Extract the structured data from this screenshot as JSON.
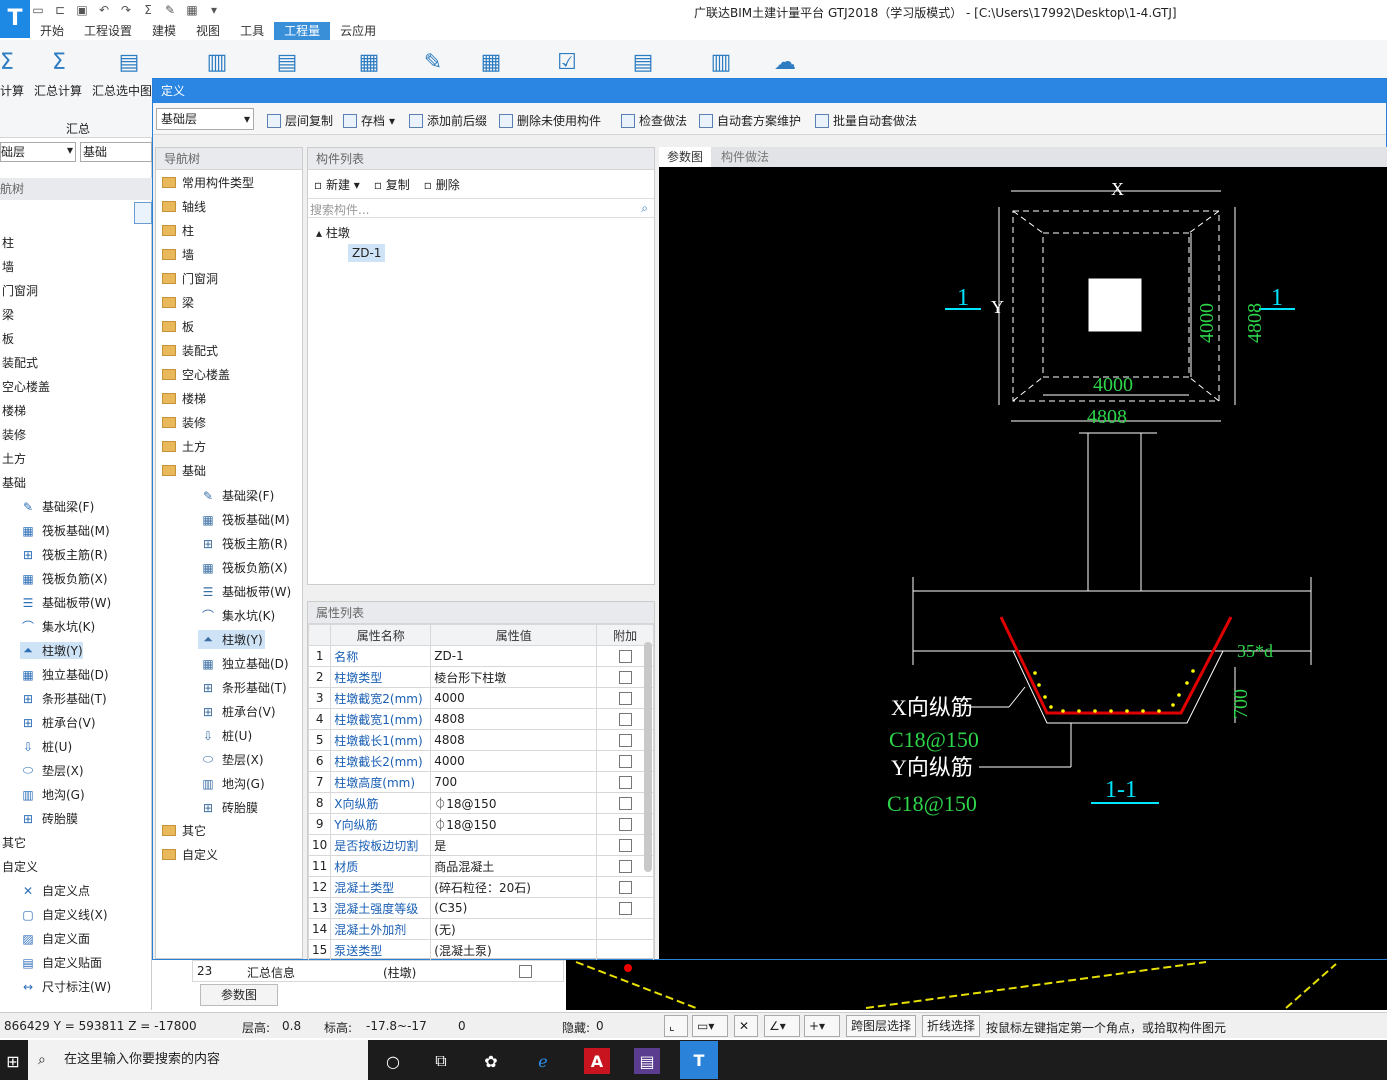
{
  "app": {
    "title": "广联达BIM土建计量平台 GTJ2018（学习版模式） - [C:\\Users\\17992\\Desktop\\1-4.GTJ]",
    "logo": "T"
  },
  "menu": {
    "tabs": [
      "开始",
      "工程设置",
      "建模",
      "视图",
      "工具",
      "工程量",
      "云应用"
    ],
    "active": "工程量"
  },
  "ribbon": {
    "labels": [
      "计算",
      "汇总计算",
      "汇总选中图"
    ],
    "group_label": "汇总"
  },
  "left": {
    "floor": "础层",
    "type": "基础",
    "nav_label": "航树",
    "items": [
      "柱",
      "墙",
      "门窗洞",
      "梁",
      "板",
      "装配式",
      "空心楼盖",
      "楼梯",
      "装修",
      "土方",
      "基础"
    ],
    "sub_items": [
      "基础梁(F)",
      "筏板基础(M)",
      "筏板主筋(R)",
      "筏板负筋(X)",
      "基础板带(W)",
      "集水坑(K)",
      "柱墩(Y)",
      "独立基础(D)",
      "条形基础(T)",
      "桩承台(V)",
      "桩(U)",
      "垫层(X)",
      "地沟(G)",
      "砖胎膜"
    ],
    "items2": [
      "其它",
      "自定义"
    ],
    "sub2": [
      "自定义点",
      "自定义线(X)",
      "自定义面",
      "自定义贴面",
      "尺寸标注(W)"
    ]
  },
  "dialog": {
    "title": "定义",
    "floor": "基础层",
    "toolbar": [
      "层间复制",
      "存档",
      "添加前后缀",
      "删除未使用构件",
      "检查做法",
      "自动套方案维护",
      "批量自动套做法"
    ],
    "nav_title": "导航树",
    "nav_items": [
      "常用构件类型",
      "轴线",
      "柱",
      "墙",
      "门窗洞",
      "梁",
      "板",
      "装配式",
      "空心楼盖",
      "楼梯",
      "装修",
      "土方",
      "基础"
    ],
    "nav_sub": [
      "基础梁(F)",
      "筏板基础(M)",
      "筏板主筋(R)",
      "筏板负筋(X)",
      "基础板带(W)",
      "集水坑(K)",
      "柱墩(Y)",
      "独立基础(D)",
      "条形基础(T)",
      "桩承台(V)",
      "桩(U)",
      "垫层(X)",
      "地沟(G)",
      "砖胎膜"
    ],
    "nav_items2": [
      "其它",
      "自定义"
    ],
    "comp_title": "构件列表",
    "comp_new": "新建",
    "comp_copy": "复制",
    "comp_delete": "删除",
    "comp_search": "搜索构件...",
    "comp_group": "柱墩",
    "comp_item": "ZD-1",
    "props_title": "属性列表",
    "props_headers": [
      "",
      "属性名称",
      "属性值",
      "附加"
    ],
    "props": [
      {
        "n": "1",
        "name": "名称",
        "value": "ZD-1",
        "cb": true
      },
      {
        "n": "2",
        "name": "柱墩类型",
        "value": "棱台形下柱墩",
        "cb": true
      },
      {
        "n": "3",
        "name": "柱墩截宽2(mm)",
        "value": "4000",
        "cb": true
      },
      {
        "n": "4",
        "name": "柱墩截宽1(mm)",
        "value": "4808",
        "cb": true
      },
      {
        "n": "5",
        "name": "柱墩截长1(mm)",
        "value": "4808",
        "cb": true
      },
      {
        "n": "6",
        "name": "柱墩截长2(mm)",
        "value": "4000",
        "cb": true
      },
      {
        "n": "7",
        "name": "柱墩高度(mm)",
        "value": "700",
        "cb": true
      },
      {
        "n": "8",
        "name": "X向纵筋",
        "value": "⏀18@150",
        "cb": true
      },
      {
        "n": "9",
        "name": "Y向纵筋",
        "value": "⏀18@150",
        "cb": true
      },
      {
        "n": "10",
        "name": "是否按板边切割",
        "value": "是",
        "cb": true
      },
      {
        "n": "11",
        "name": "材质",
        "value": "商品混凝土",
        "cb": true
      },
      {
        "n": "12",
        "name": "混凝土类型",
        "value": "(碎石粒径：20石)",
        "cb": true
      },
      {
        "n": "13",
        "name": "混凝土强度等级",
        "value": "(C35)",
        "cb": true
      },
      {
        "n": "14",
        "name": "混凝土外加剂",
        "value": "(无)",
        "cb": false
      },
      {
        "n": "15",
        "name": "泵送类型",
        "value": "(混凝土泵)",
        "cb": false
      }
    ],
    "canvas_tabs": [
      "参数图",
      "构件做法"
    ],
    "drawing": {
      "x": "X",
      "y": "Y",
      "w2": "4000",
      "w1": "4808",
      "l2": "4000",
      "l1": "4808",
      "sec": "1",
      "cover": "35*d",
      "h": "700",
      "xbar": "X向纵筋",
      "xbar_v": "C18@150",
      "ybar": "Y向纵筋",
      "ybar_v": "C18@150",
      "section": "1-1"
    }
  },
  "bottom": {
    "row_n": "23",
    "row_name": "汇总信息",
    "row_value": "(柱墩)",
    "tab": "参数图"
  },
  "status": {
    "coords": "866429 Y = 593811 Z = -17800",
    "floor_h_label": "层高:",
    "floor_h": "0.8",
    "elev_label": "标高:",
    "elev": "-17.8~-17",
    "zero": "0",
    "hidden_label": "隐藏:",
    "hidden": "0",
    "btn1": "跨图层选择",
    "btn2": "折线选择",
    "hint": "按鼠标左键指定第一个角点，或拾取构件图元"
  },
  "taskbar": {
    "search": "在这里输入你要搜索的内容"
  }
}
